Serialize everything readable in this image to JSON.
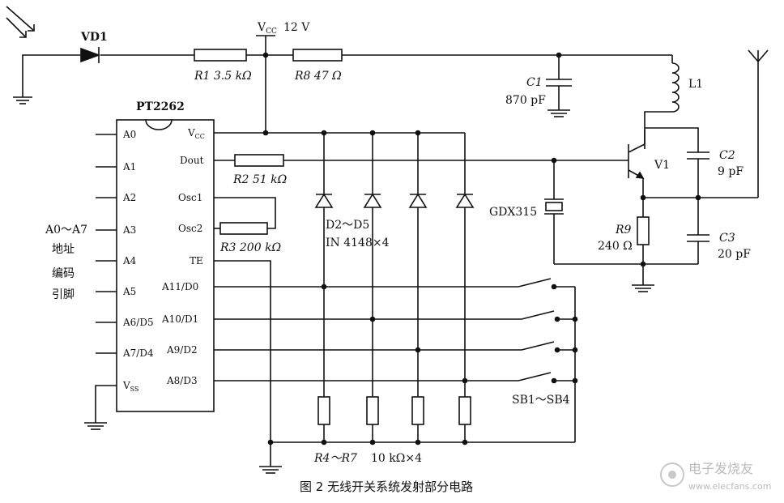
{
  "labels": {
    "vd1": "VD1",
    "vcc_top": "V",
    "vcc_top_sub": "CC",
    "vcc_value": "12 V",
    "r1": "R1  3.5 kΩ",
    "r8": "R8  47 Ω",
    "c1_name": "C1",
    "c1_value": "870 pF",
    "l1": "L1",
    "chip_name": "PT2262",
    "chip_pins_left": [
      "A0",
      "A1",
      "A2",
      "A3",
      "A4",
      "A5",
      "A6/D5",
      "A7/D4",
      "V"
    ],
    "vss_sub": "SS",
    "chip_pins_right": [
      "V",
      "Dout",
      "Osc1",
      "Osc2",
      "TE",
      "A11/D0",
      "A10/D1",
      "A9/D2",
      "A8/D3"
    ],
    "vcc_pin_sub": "CC",
    "r2": "R2  51 kΩ",
    "r3": "R3  200 kΩ",
    "d2_d5": "D2～D5",
    "in4148": "IN  4148×4",
    "gdx": "GDX315",
    "v1": "V1",
    "c2_name": "C2",
    "c2_value": "9 pF",
    "r9_name": "R9",
    "r9_value": "240 Ω",
    "c3_name": "C3",
    "c3_value": "20 pF",
    "a0a7": "A0～A7",
    "addr_1": "地址",
    "addr_2": "编码",
    "addr_3": "引脚",
    "sb": "SB1～SB4",
    "r4r7": "R4～R7",
    "r4r7_value": "10 kΩ×4",
    "caption": "图 2 无线开关系统发射部分电路",
    "watermark": "电子发烧友",
    "watermark_url": "www.elecfans.com"
  }
}
